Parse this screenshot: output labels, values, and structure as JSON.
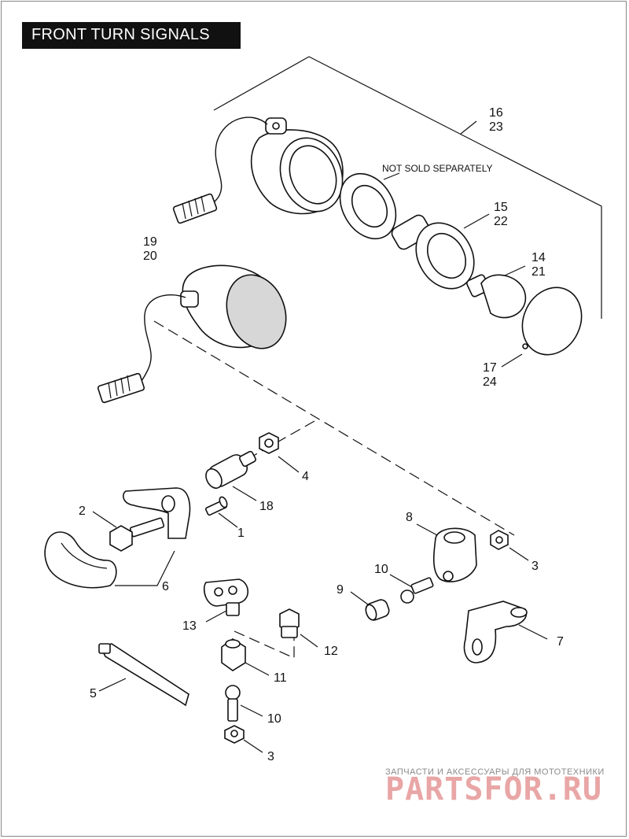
{
  "title": "FRONT TURN SIGNALS",
  "note": "NOT SOLD SEPARATELY",
  "callouts": {
    "c16": "16",
    "c23": "23",
    "c15": "15",
    "c22": "22",
    "c14": "14",
    "c21": "21",
    "c17": "17",
    "c24": "24",
    "c19": "19",
    "c20": "20",
    "c4": "4",
    "c18": "18",
    "c1": "1",
    "c2": "2",
    "c6": "6",
    "c8": "8",
    "c3a": "3",
    "c10a": "10",
    "c9": "9",
    "c7": "7",
    "c13": "13",
    "c12": "12",
    "c11": "11",
    "c5": "5",
    "c10b": "10",
    "c3b": "3"
  },
  "watermark": {
    "tagline": "ЗАПЧАСТИ И АКСЕССУАРЫ ДЛЯ МОТОТЕХНИКИ",
    "logo": "PARTSFOR.RU",
    "color": "#e9a6a6"
  }
}
